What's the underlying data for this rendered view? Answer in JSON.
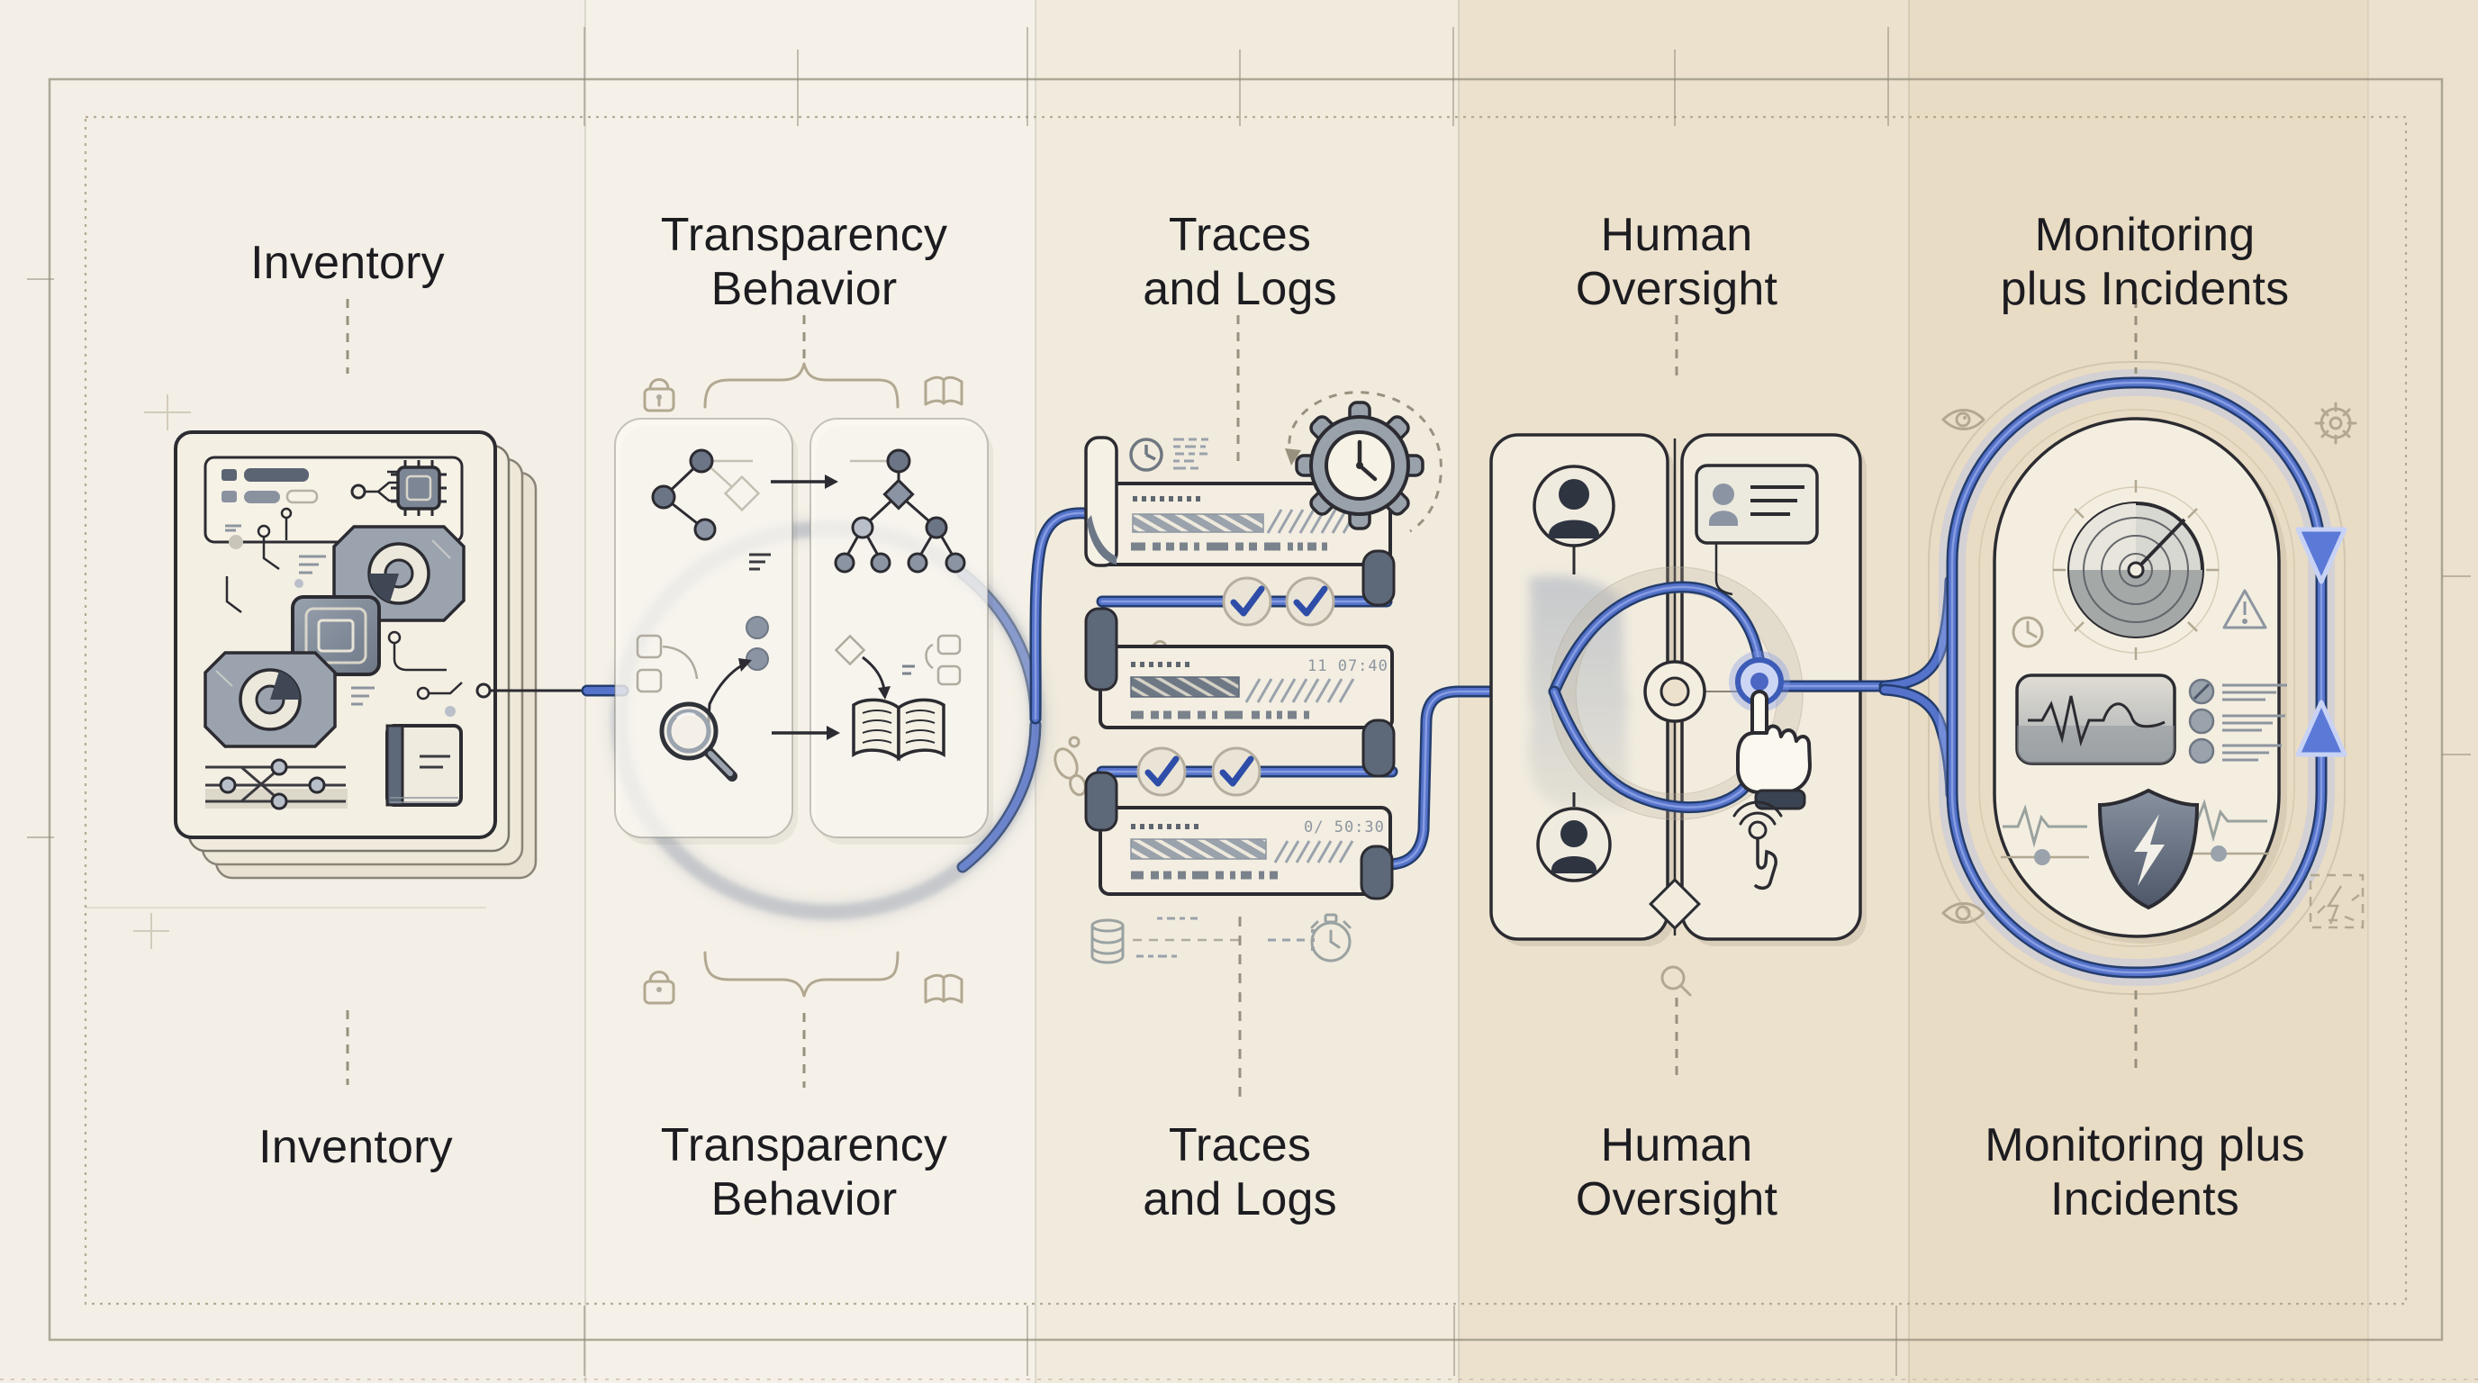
{
  "diagram": {
    "columns": [
      {
        "id": "inventory",
        "top_label": "Inventory",
        "bottom_label": "Inventory",
        "band_color": "#f3efe6",
        "icons": [
          "stacked-documents",
          "circuit-chip",
          "refresh-hexagon",
          "processor-chip",
          "git-graph",
          "book"
        ]
      },
      {
        "id": "transparency-behavior",
        "top_label": "Transparency\nBehavior",
        "bottom_label": "Transparency\nBehavior",
        "band_color": "#f5f1e8",
        "icons": [
          "lock",
          "curly-brace",
          "open-book",
          "node-graph",
          "decision-tree",
          "magnifier",
          "arrow",
          "open-book-filled"
        ]
      },
      {
        "id": "traces-and-logs",
        "top_label": "Traces\nand Logs",
        "bottom_label": "Traces\nand Logs",
        "band_color": "#f1ebdd",
        "icons": [
          "clock",
          "gear-clock",
          "log-scroll",
          "checkmark",
          "footprints",
          "database",
          "stopwatch"
        ]
      },
      {
        "id": "human-oversight",
        "top_label": "Human\nOversight",
        "bottom_label": "Human\nOversight",
        "band_color": "#ebe1cd",
        "icons": [
          "user-avatar",
          "person-silhouette",
          "id-card",
          "target-donut",
          "press-button",
          "hand-cursor",
          "tap-gesture",
          "diamond",
          "magnifier-small"
        ]
      },
      {
        "id": "monitoring-plus-incidents",
        "top_label": "Monitoring\nplus Incidents",
        "bottom_label": "Monitoring plus\nIncidents",
        "band_color": "#e9dcc5",
        "icons": [
          "eye",
          "gear",
          "radar-dial",
          "clock",
          "warning-triangle",
          "waveform-panel",
          "status-list",
          "heartbeat-line",
          "shield-lightning",
          "cycle-arrow-down",
          "cycle-arrow-up",
          "incident-dashed-frame"
        ]
      }
    ],
    "colors": {
      "pipe_blue": "#5573cb",
      "pipe_casing": "#243d6e",
      "pipe_glow": "#aebdf2",
      "faded_loop": "#8f99ab",
      "outline_dark": "#2b2b31",
      "slate_fill": "#8b94a2",
      "cream_panel": "#f3eee1",
      "check_blue": "#2e4da8",
      "right_edge_band": "#ece1cf"
    },
    "traces_log_entries": [
      {
        "timestamp": "11 07:40"
      },
      {
        "timestamp": "0/ 50:30"
      }
    ]
  }
}
